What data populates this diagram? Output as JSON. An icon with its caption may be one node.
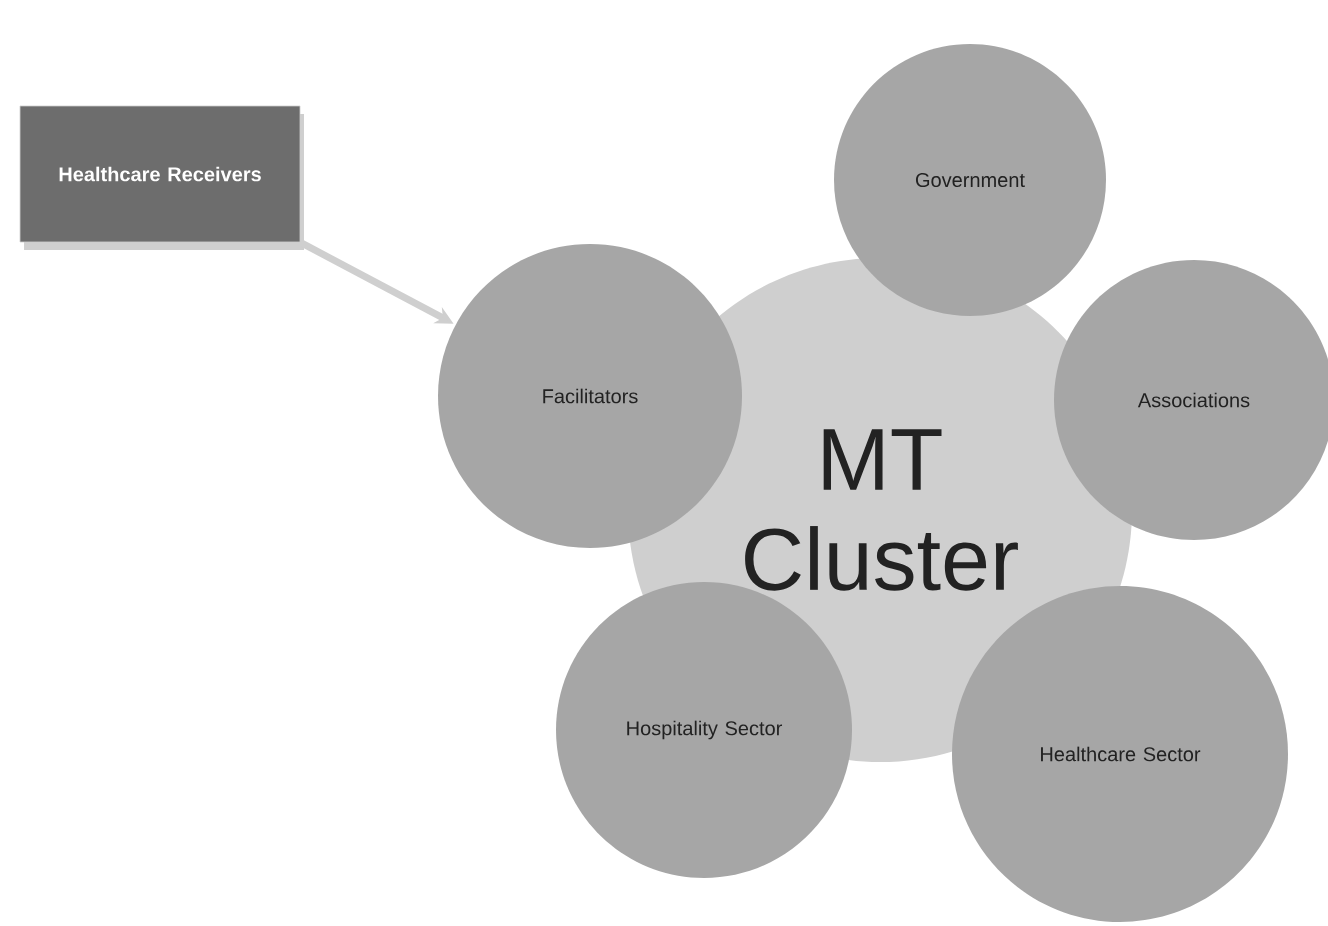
{
  "diagram": {
    "nodes": [
      {
        "text": [
          "MT Cluster"
        ]
      },
      {
        "text": [
          "Government"
        ]
      },
      {
        "text": [
          "Associations"
        ]
      },
      {
        "text": [
          "Healthcare Sector"
        ]
      },
      {
        "text": [
          "Hospitality Sector"
        ]
      },
      {
        "text": [
          "Facilitators"
        ]
      },
      {
        "text": [
          "Healthcare Receivers"
        ]
      }
    ],
    "edges": [
      {
        "from": 6,
        "to": 5,
        "arrow": "to"
      }
    ]
  }
}
